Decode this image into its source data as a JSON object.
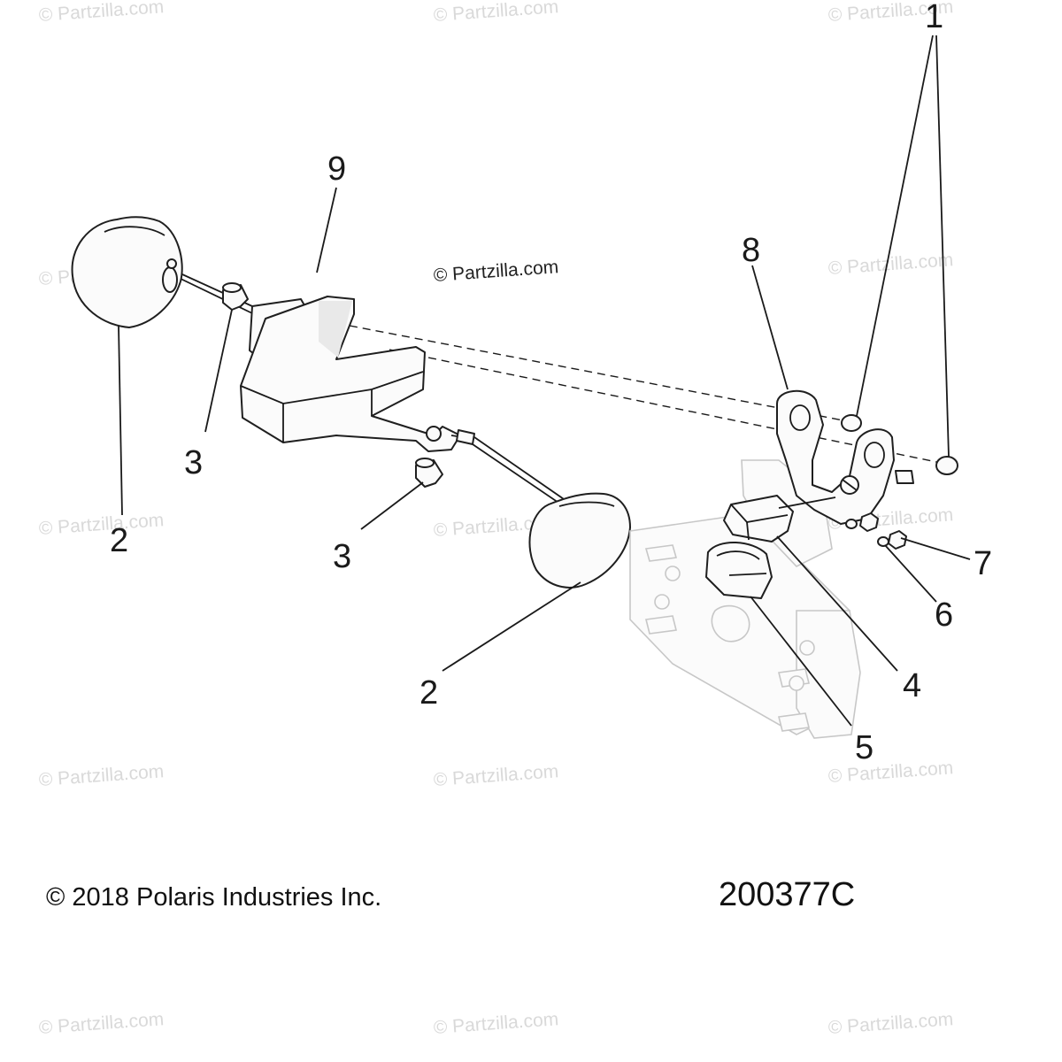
{
  "diagram": {
    "callouts": [
      "9",
      "1",
      "8",
      "2",
      "3",
      "3",
      "2",
      "7",
      "6",
      "4",
      "5"
    ],
    "watermark": "© Partzilla.com",
    "copyright": "© 2018 Polaris Industries Inc.",
    "diagram_id": "200377C"
  },
  "colors": {
    "ink": "#1a1a1a",
    "watermark": "#d9d9d9",
    "background": "#ffffff"
  }
}
